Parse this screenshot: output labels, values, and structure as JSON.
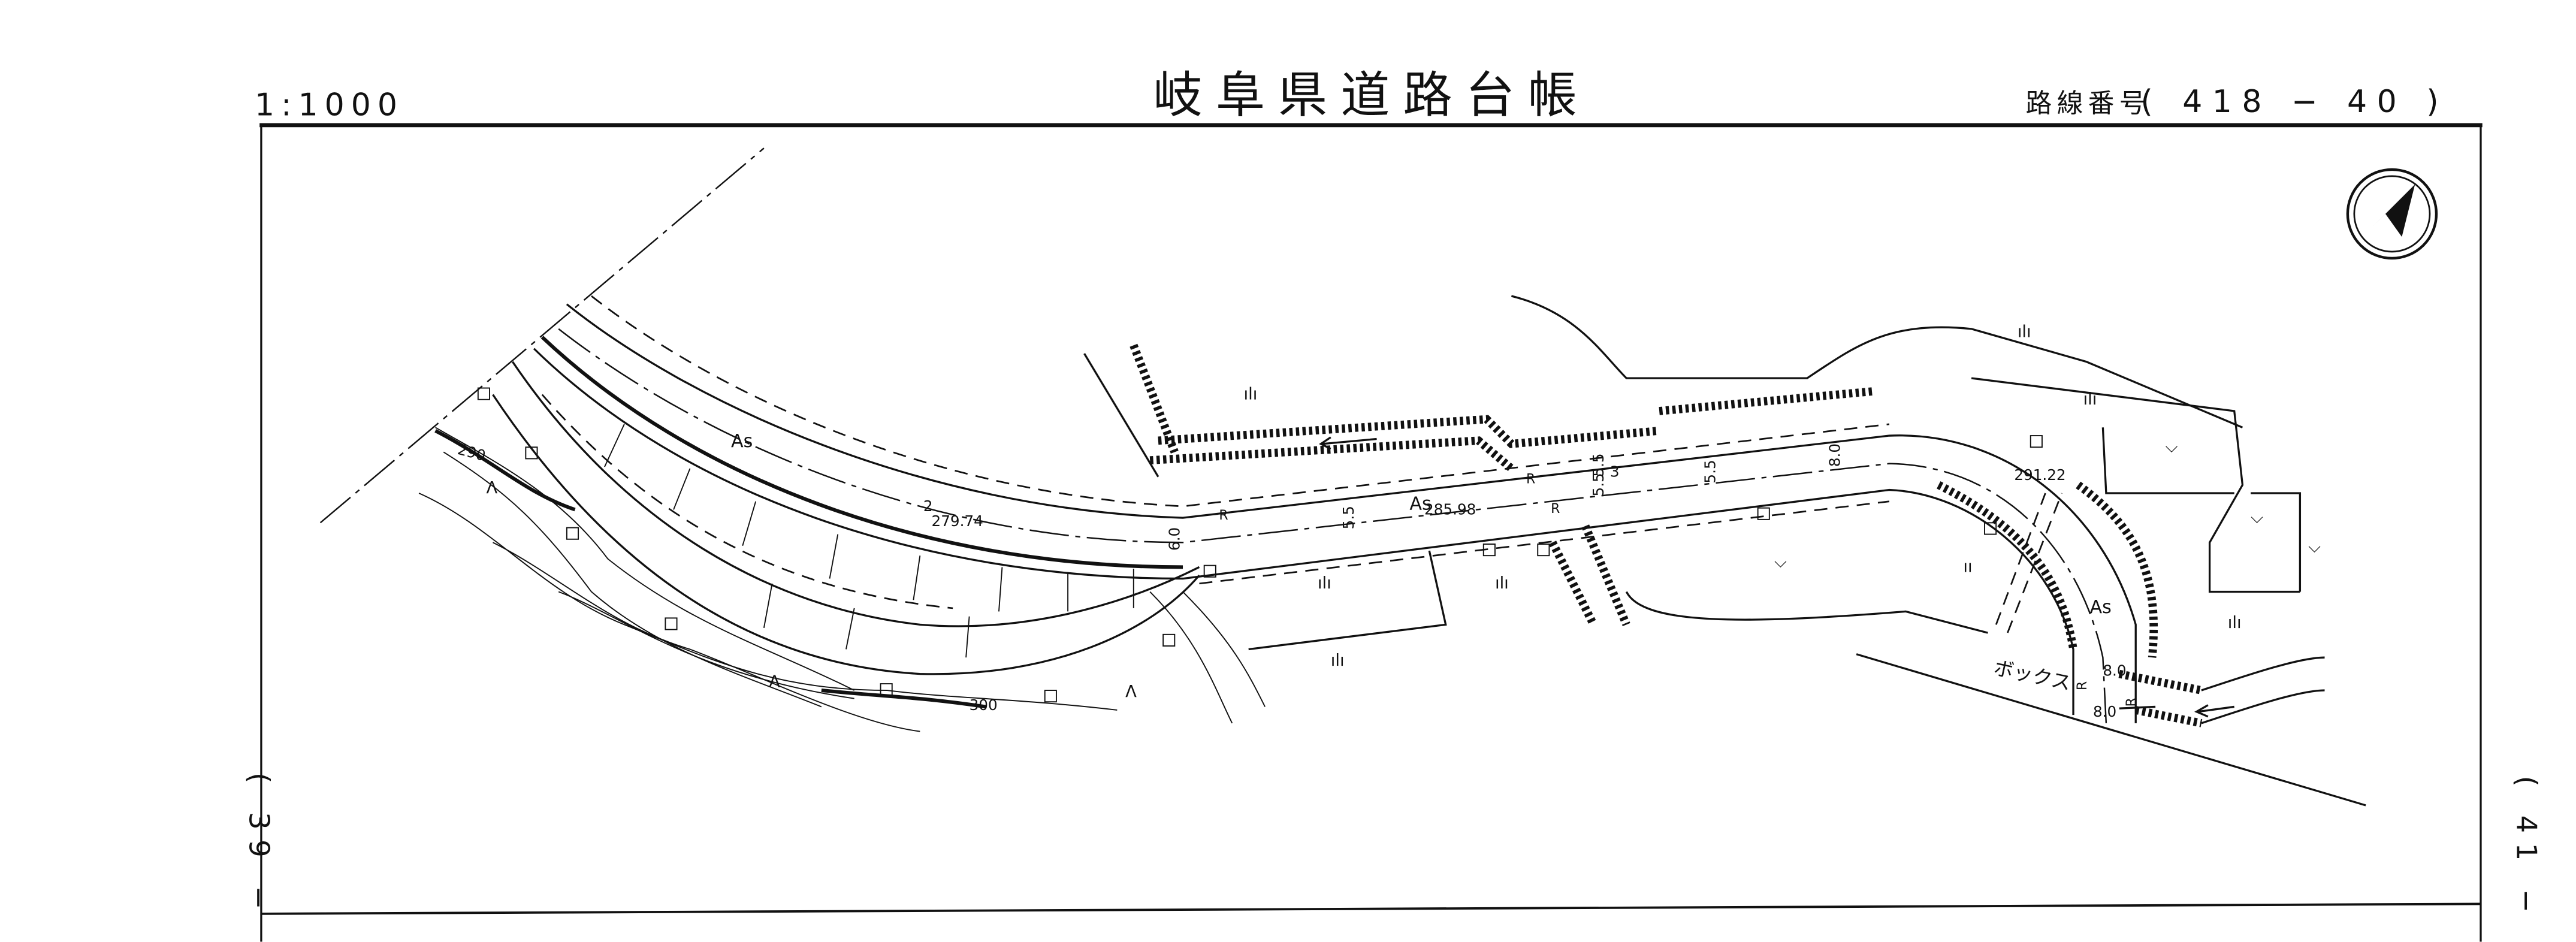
{
  "header": {
    "scale": "1:1000",
    "title": "岐阜県道路台帳",
    "route_label": "路線番号",
    "route_number": "( 418 − 40 )"
  },
  "side_refs": {
    "left": "( 39 −",
    "right": "( 41 −"
  },
  "map": {
    "north_arrow_icon": "north-arrow-icon",
    "surface_labels": [
      "As",
      "As",
      "As"
    ],
    "elevations": [
      "279.74",
      "285.98",
      "291.22"
    ],
    "station_mark": "2",
    "contours": [
      "290",
      "300"
    ],
    "widths": [
      "6.0",
      "5.5",
      "5.5",
      "5.5",
      "5.5",
      "3",
      "8.0",
      "8.0",
      "8.0"
    ],
    "r_marks": [
      "R",
      "R",
      "R",
      "R",
      "R"
    ],
    "structure_label": "ボックス"
  }
}
